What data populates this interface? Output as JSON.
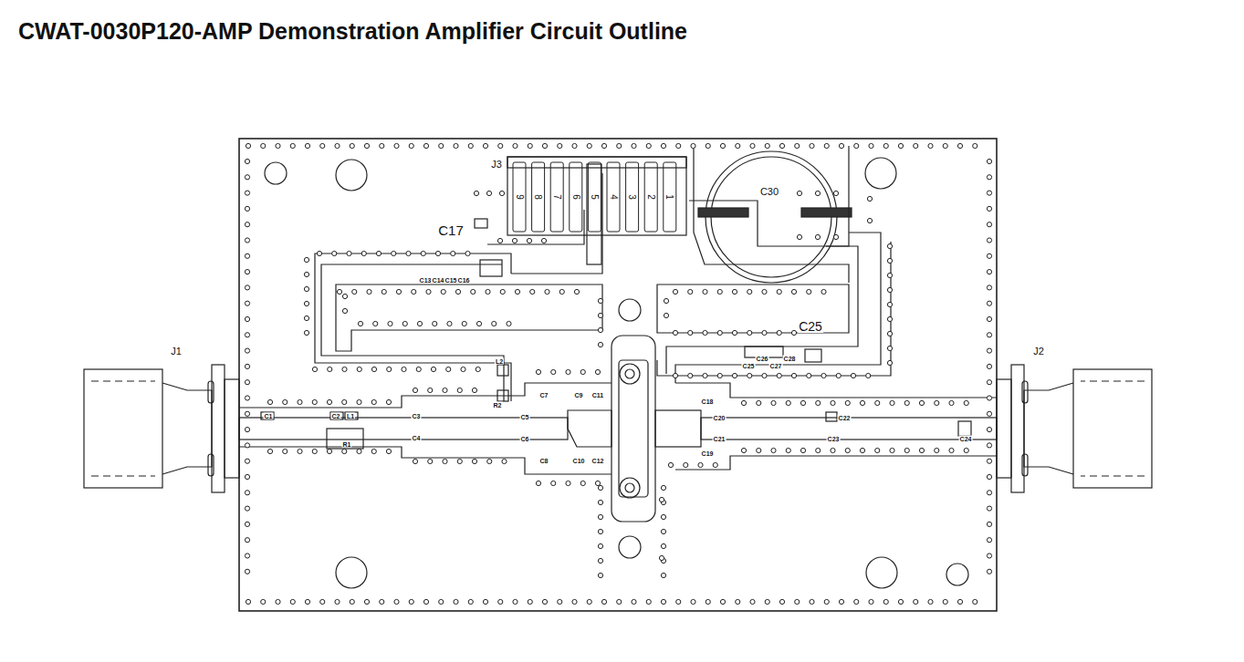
{
  "diagram": {
    "title": "CWAT-0030P120-AMP Demonstration Amplifier Circuit Outline",
    "labels": [
      "J1",
      "J2",
      "J3",
      "C17",
      "C30",
      "9",
      "8",
      "7",
      "6",
      "5",
      "4",
      "3",
      "2",
      "1",
      "C13",
      "C14",
      "C15",
      "C16",
      "C25",
      "C25",
      "C26",
      "C27",
      "C28",
      "L2",
      "R2",
      "C5",
      "C7",
      "C9",
      "C11",
      "C1",
      "C2",
      "L1",
      "R1",
      "C3",
      "C4",
      "C6",
      "C8",
      "C10",
      "C12",
      "C18",
      "C20",
      "C19",
      "C21",
      "C22",
      "C23",
      "C24"
    ]
  }
}
